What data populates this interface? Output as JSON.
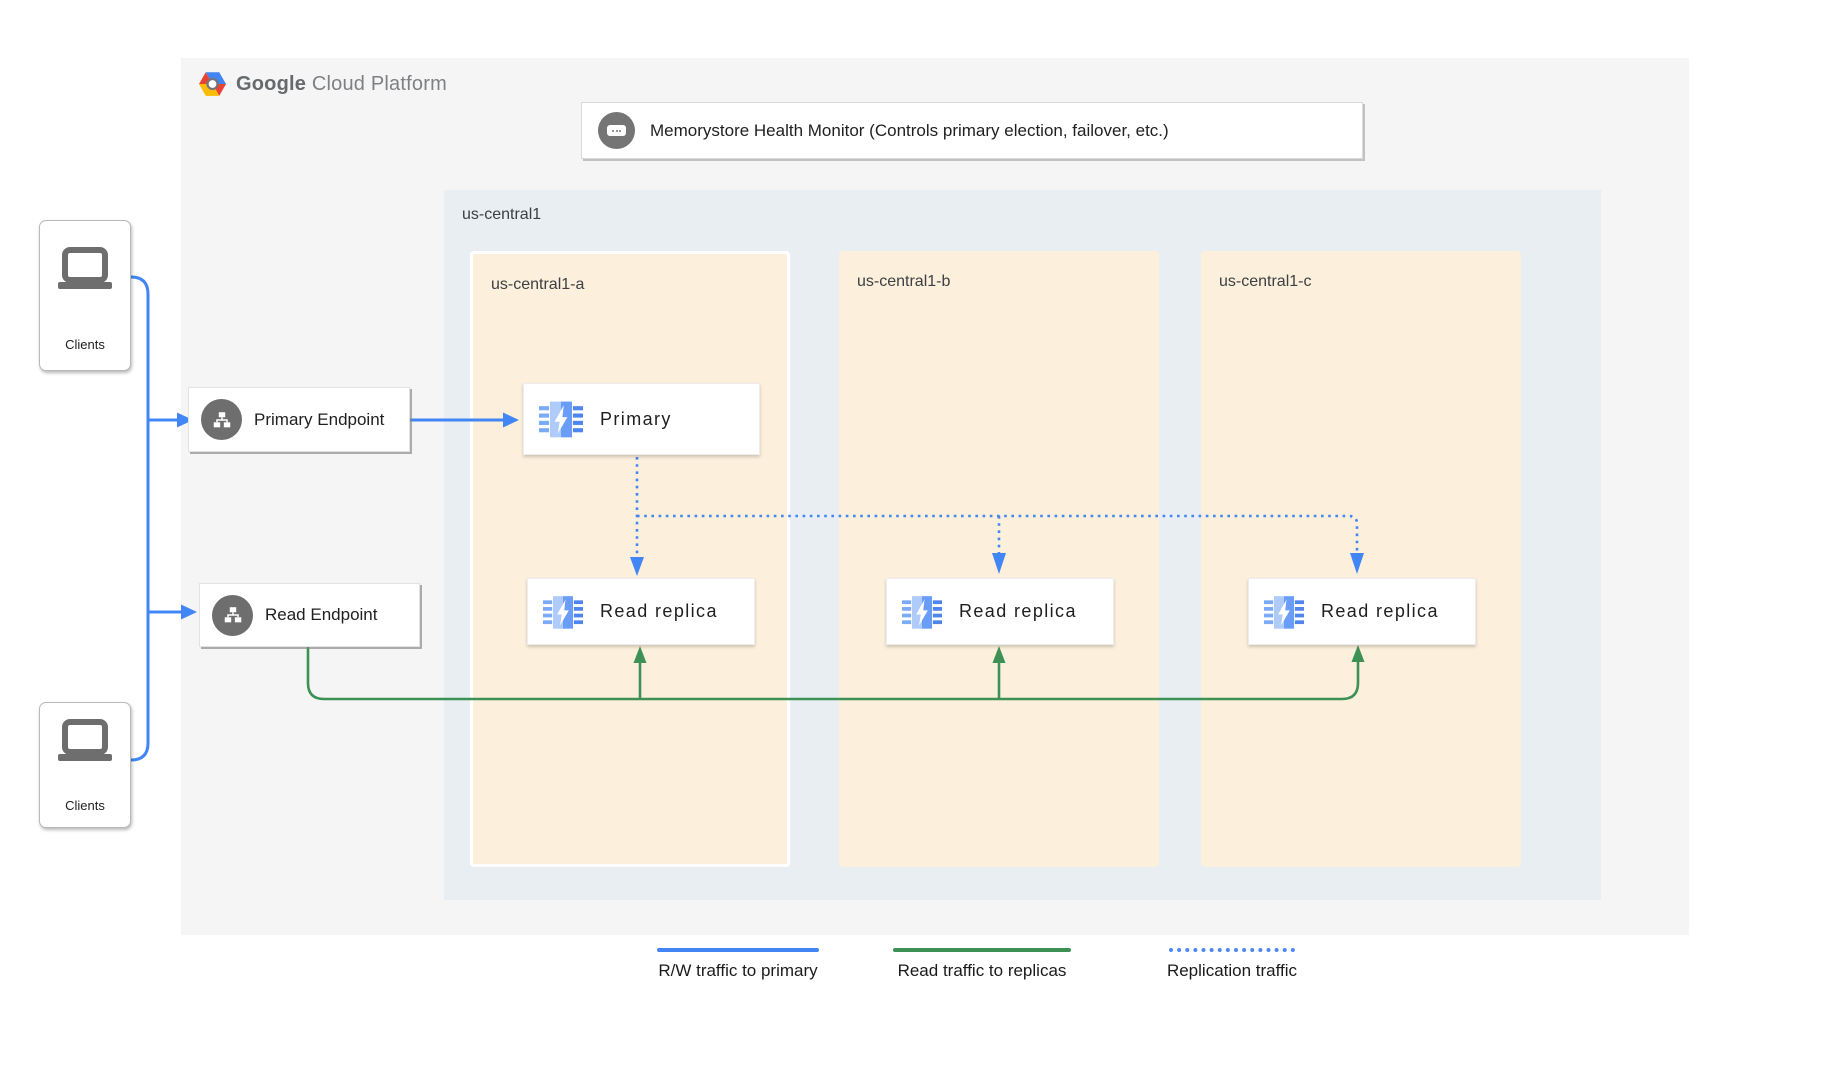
{
  "brand": {
    "google": "Google",
    "suffix": "Cloud Platform"
  },
  "health_monitor": {
    "text": "Memorystore Health Monitor (Controls primary election, failover, etc.)"
  },
  "region": {
    "label": "us-central1"
  },
  "zones": {
    "a": "us-central1-a",
    "b": "us-central1-b",
    "c": "us-central1-c"
  },
  "nodes": {
    "clients_top": {
      "label": "Clients"
    },
    "clients_bottom": {
      "label": "Clients"
    },
    "primary_endpoint": {
      "label": "Primary Endpoint"
    },
    "read_endpoint": {
      "label": "Read Endpoint"
    },
    "primary": {
      "label": "Primary"
    },
    "read_replica_a": {
      "label": "Read replica"
    },
    "read_replica_b": {
      "label": "Read replica"
    },
    "read_replica_c": {
      "label": "Read replica"
    }
  },
  "legend": {
    "rw": {
      "label": "R/W traffic to primary",
      "style": "solid",
      "color": "#4285f4"
    },
    "read": {
      "label": "Read traffic to replicas",
      "style": "solid",
      "color": "#3d9155"
    },
    "replication": {
      "label": "Replication traffic",
      "style": "dotted",
      "color": "#4285f4"
    }
  },
  "colors": {
    "blue": "#4285f4",
    "green": "#3d9155",
    "panel_bg": "#f5f5f5",
    "region_bg": "#e9eef3",
    "zone_bg": "#fcefdc",
    "icon_gray": "#6e6e6e"
  }
}
